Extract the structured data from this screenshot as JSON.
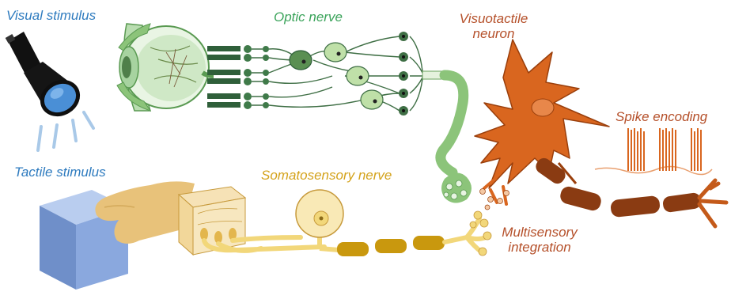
{
  "labels": {
    "visual_stimulus": "Visual stimulus",
    "optic_nerve": "Optic nerve",
    "visuotactile_line1": "Visuotactile",
    "visuotactile_line2": "neuron",
    "spike_encoding": "Spike encoding",
    "tactile_stimulus": "Tactile stimulus",
    "somatosensory_nerve": "Somatosensory nerve",
    "multisensory_line1": "Multisensory",
    "multisensory_line2": "integration"
  },
  "colors": {
    "visual_label": "#2e7bbf",
    "optic_label": "#3aa35a",
    "neuron_label": "#b5502a",
    "tactile_label": "#2e7bbf",
    "somato_label": "#d4a21a",
    "neuron_orange": "#d9661f",
    "optic_green": "#8cc47a",
    "somato_yellow": "#f2d77a",
    "axon_brown": "#8a3b12",
    "myelin_gold": "#c9980e"
  }
}
